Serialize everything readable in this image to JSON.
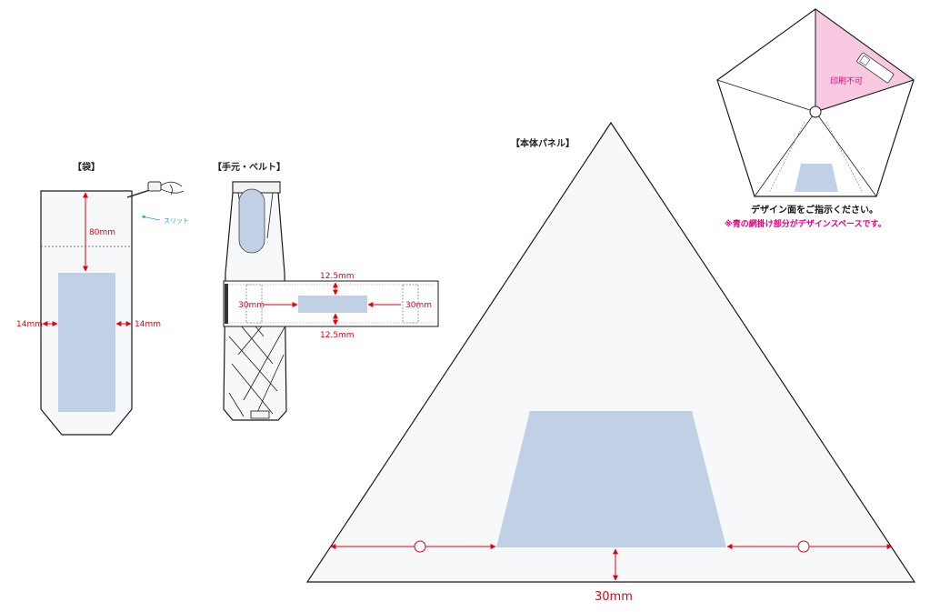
{
  "bag": {
    "title": "【袋】",
    "slit_label": "スリット",
    "dim_top": "80mm",
    "dim_left": "14mm",
    "dim_right": "14mm"
  },
  "handle": {
    "title": "【手元・ベルト】",
    "dim_top": "12.5mm",
    "dim_bottom": "12.5mm",
    "dim_left": "30mm",
    "dim_right": "30mm"
  },
  "panel": {
    "title": "【本体パネル】",
    "dim_bottom": "30mm"
  },
  "umbrella": {
    "no_print_label": "印刷不可",
    "instruction": "デザイン面をご指示ください。",
    "note": "※青の網掛け部分がデザインスペースです。"
  },
  "colors": {
    "design_area": "#c0d1e6",
    "dimension": "#e60012",
    "no_print": "#f8c9e0",
    "note": "#e4007f",
    "slit": "#1aa3d6"
  }
}
